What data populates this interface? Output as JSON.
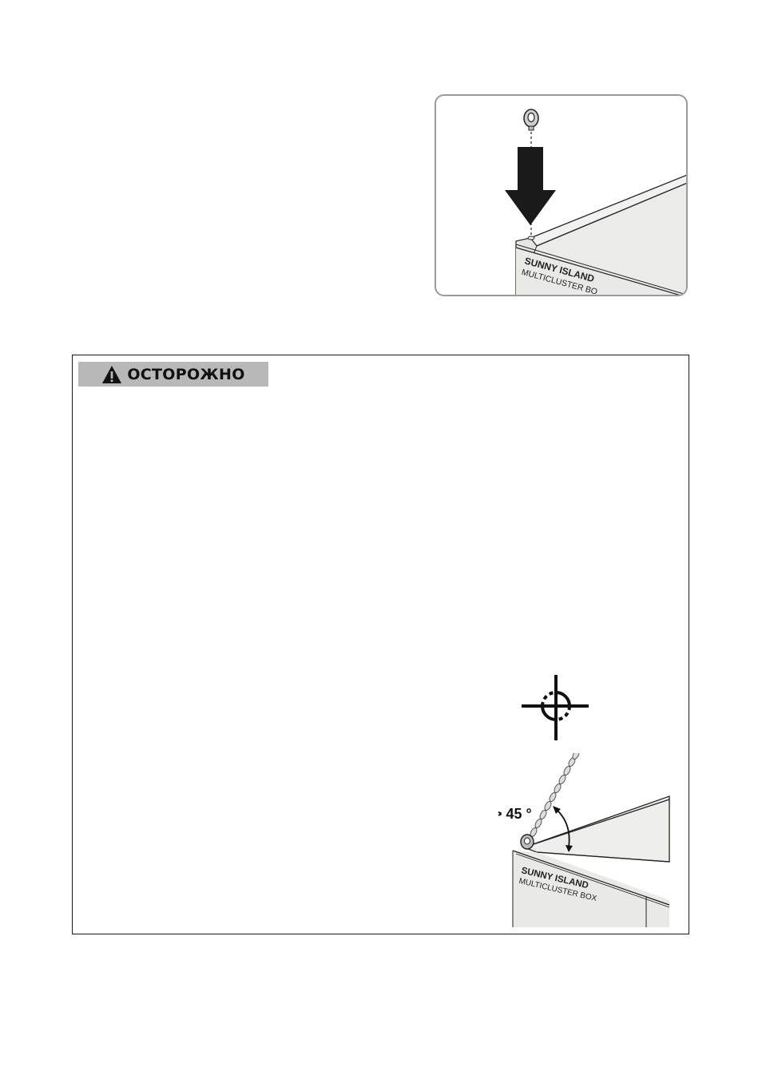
{
  "top_figure": {
    "product_label_line1": "SUNNY ISLAND",
    "product_label_line2": "MULTICLUSTER BO",
    "icons": [
      "eye-bolt-icon",
      "down-arrow-icon"
    ]
  },
  "warning": {
    "label": "ОСТОРОЖНО",
    "icon": "warning-triangle-icon",
    "colors": {
      "header_bg": "#b8b8b8",
      "border": "#1a1a1a"
    }
  },
  "bottom_figure": {
    "angle_label": "> 45 °",
    "product_label_line1": "SUNNY ISLAND",
    "product_label_line2": "MULTICLUSTER BOX",
    "icons": [
      "center-of-gravity-icon",
      "chain-icon",
      "angle-arc-icon"
    ]
  }
}
